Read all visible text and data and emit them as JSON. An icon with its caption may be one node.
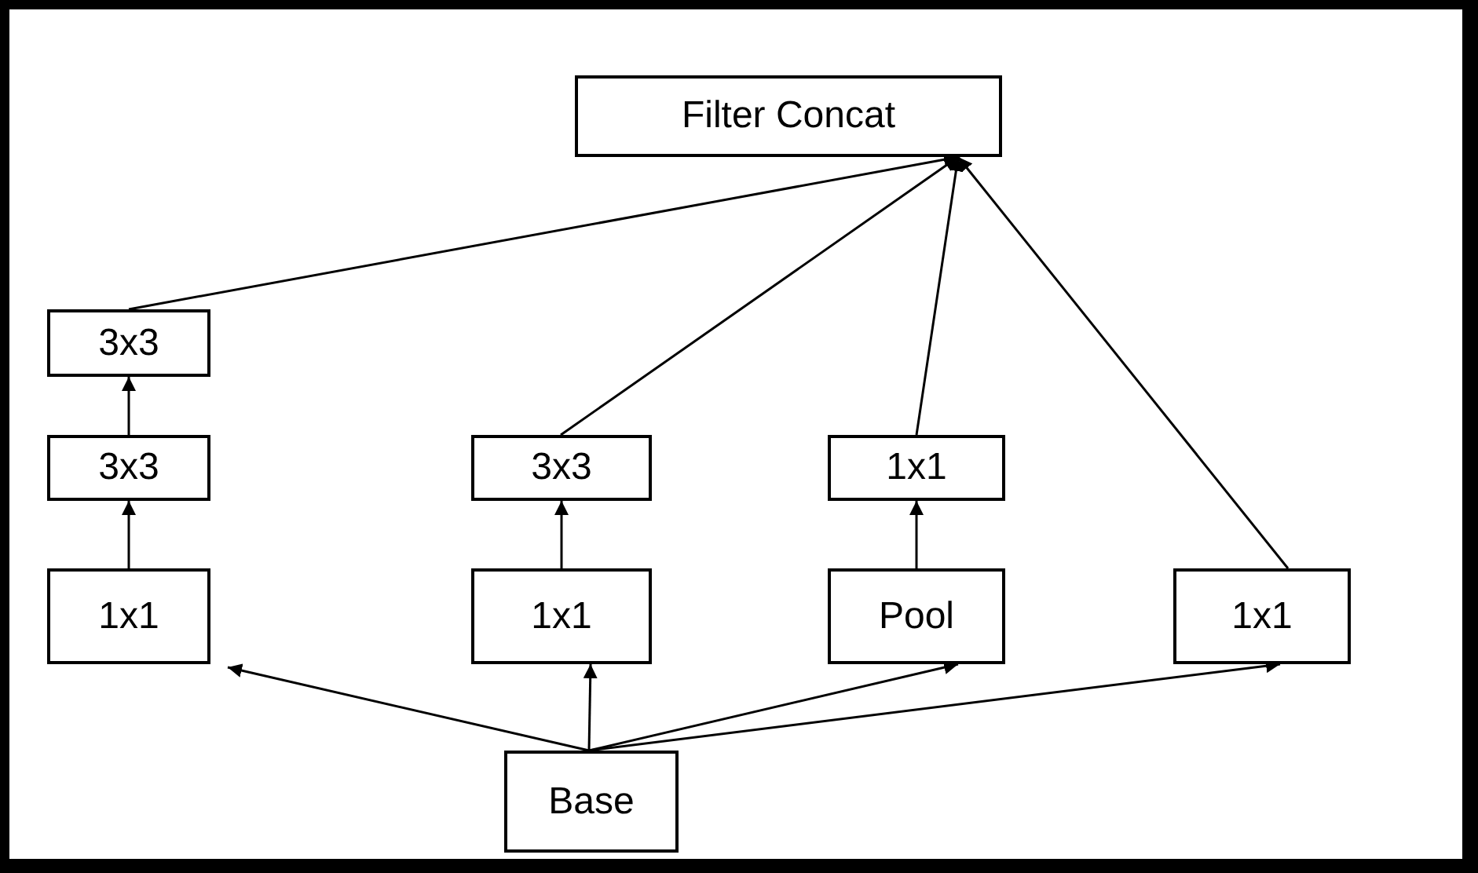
{
  "diagram": {
    "nodes": [
      {
        "text": [
          "Filter Concat"
        ]
      },
      {
        "text": [
          "3x3"
        ]
      },
      {
        "text": [
          "3x3"
        ]
      },
      {
        "text": [
          "3x3"
        ]
      },
      {
        "text": [
          "1x1"
        ]
      },
      {
        "text": [
          "1x1"
        ]
      },
      {
        "text": [
          "1x1"
        ]
      },
      {
        "text": [
          "Pool"
        ]
      },
      {
        "text": [
          "1x1"
        ]
      },
      {
        "text": [
          "Base"
        ]
      }
    ],
    "edges": [
      {
        "from": 9,
        "to": 5,
        "arrow": "to"
      },
      {
        "from": 9,
        "to": 6,
        "arrow": "to"
      },
      {
        "from": 9,
        "to": 7,
        "arrow": "to"
      },
      {
        "from": 9,
        "to": 8,
        "arrow": "to"
      },
      {
        "from": 5,
        "to": 2,
        "arrow": "to"
      },
      {
        "from": 2,
        "to": 1,
        "arrow": "to"
      },
      {
        "from": 6,
        "to": 3,
        "arrow": "to"
      },
      {
        "from": 7,
        "to": 4,
        "arrow": "to"
      },
      {
        "from": 1,
        "to": 0,
        "arrow": "to"
      },
      {
        "from": 3,
        "to": 0,
        "arrow": "to"
      },
      {
        "from": 4,
        "to": 0,
        "arrow": "to"
      },
      {
        "from": 8,
        "to": 0,
        "arrow": "to"
      }
    ]
  }
}
